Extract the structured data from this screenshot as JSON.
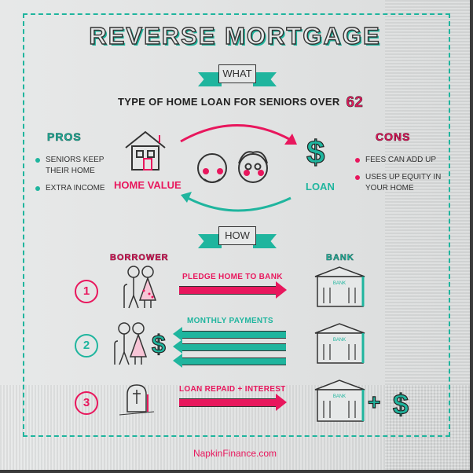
{
  "title": "REVERSE MORTGAGE",
  "what": {
    "banner": "WHAT",
    "description": "TYPE OF HOME LOAN FOR SENIORS OVER",
    "age": "62"
  },
  "pros": {
    "heading": "PROS",
    "items": [
      "SENIORS KEEP THEIR HOME",
      "EXTRA INCOME"
    ]
  },
  "cons": {
    "heading": "CONS",
    "items": [
      "FEES CAN ADD UP",
      "USES UP EQUITY IN YOUR HOME"
    ]
  },
  "cycle": {
    "left_label": "HOME VALUE",
    "right_label": "LOAN",
    "dollar": "$"
  },
  "how": {
    "banner": "HOW",
    "borrower_label": "BORROWER",
    "bank_label": "BANK",
    "bank_sign": "BANK",
    "steps": [
      {
        "number": "1",
        "caption": "PLEDGE HOME TO BANK"
      },
      {
        "number": "2",
        "caption": "MONTHLY PAYMENTS",
        "dollar": "$"
      },
      {
        "number": "3",
        "caption": "LOAN REPAID + INTEREST",
        "plus": "+",
        "dollar": "$"
      }
    ]
  },
  "footer": "NapkinFinance.com",
  "colors": {
    "teal": "#1fb59e",
    "pink": "#e8175d",
    "ink": "#333333",
    "napkin": "#dfe1e1"
  }
}
